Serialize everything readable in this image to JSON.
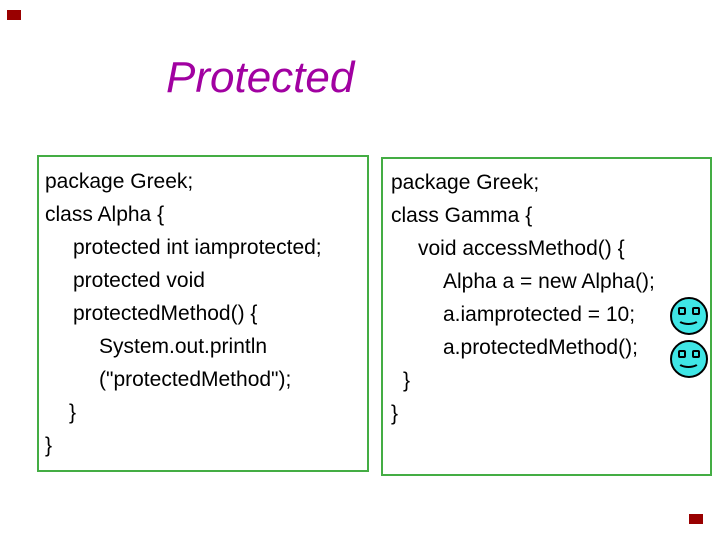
{
  "slide": {
    "title": "Protected",
    "colors": {
      "title": "#A101A1",
      "code_box_border": "#44AD44",
      "code_text": "#000000",
      "smiley_fill": "#3FE6E6",
      "corner_mark": "#990000",
      "background": "#FFFFFF"
    },
    "left_code_box": {
      "lines": [
        {
          "text": "package Greek;",
          "indent": 0
        },
        {
          "text": "class Alpha {",
          "indent": 0
        },
        {
          "text": "protected int iamprotected;",
          "indent": 28
        },
        {
          "text": "protected void",
          "indent": 28
        },
        {
          "text": "protectedMethod() {",
          "indent": 28
        },
        {
          "text": "System.out.println",
          "indent": 54
        },
        {
          "text": "(\"protectedMethod\");",
          "indent": 54
        },
        {
          "text": "}",
          "indent": 24
        },
        {
          "text": "}",
          "indent": 0
        }
      ]
    },
    "right_code_box": {
      "lines": [
        {
          "text": "package Greek;",
          "indent": 0
        },
        {
          "text": "class Gamma {",
          "indent": 0
        },
        {
          "text": "void accessMethod() {",
          "indent": 27
        },
        {
          "text": "Alpha a = new Alpha();",
          "indent": 52
        },
        {
          "text": "a.iamprotected = 10;",
          "indent": 52
        },
        {
          "text": "a.protectedMethod();",
          "indent": 52
        },
        {
          "text": "}",
          "indent": 12
        },
        {
          "text": "}",
          "indent": 0
        }
      ],
      "smiley_icons": [
        "smiley-face-icon",
        "smiley-face-icon"
      ]
    }
  }
}
